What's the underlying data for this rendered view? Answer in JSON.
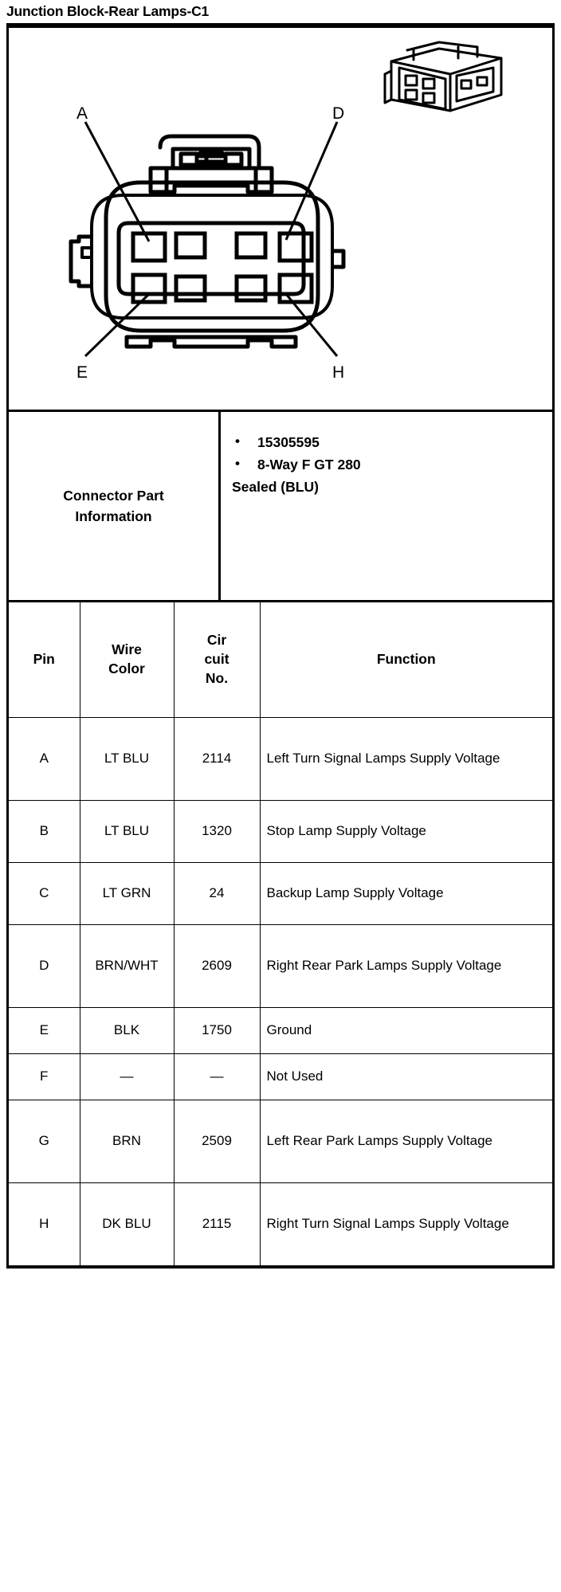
{
  "page": {
    "title": "Junction Block-Rear Lamps-C1"
  },
  "illustration": {
    "callouts": [
      {
        "id": "A",
        "label": "A",
        "position": "top-left"
      },
      {
        "id": "D",
        "label": "D",
        "position": "top-right"
      },
      {
        "id": "E",
        "label": "E",
        "position": "bottom-left"
      },
      {
        "id": "H",
        "label": "H",
        "position": "bottom-right"
      }
    ],
    "views": {
      "front_face": "connector-front-face-8-cavity",
      "isometric": "connector-isometric-view"
    }
  },
  "connector_part_information": {
    "label": "Connector Part\nInformation",
    "label_line1": "Connector Part",
    "label_line2": "Information",
    "bullets": [
      "15305595",
      "8-Way F GT 280"
    ],
    "trailing_text": "Sealed (BLU)"
  },
  "pin_table": {
    "headers": {
      "pin": "Pin",
      "wire_color_line1": "Wire",
      "wire_color_line2": "Color",
      "circuit_line1": "Cir",
      "circuit_line2": "cuit",
      "circuit_line3": "No.",
      "function": "Function"
    },
    "rows": [
      {
        "pin": "A",
        "wire_color": "LT BLU",
        "circuit_no": "2114",
        "function": "Left Turn Signal Lamps Supply Voltage"
      },
      {
        "pin": "B",
        "wire_color": "LT BLU",
        "circuit_no": "1320",
        "function": "Stop Lamp Supply Voltage"
      },
      {
        "pin": "C",
        "wire_color": "LT GRN",
        "circuit_no": "24",
        "function": "Backup Lamp Supply Voltage"
      },
      {
        "pin": "D",
        "wire_color": "BRN/WHT",
        "circuit_no": "2609",
        "function": "Right Rear Park Lamps Supply Voltage"
      },
      {
        "pin": "E",
        "wire_color": "BLK",
        "circuit_no": "1750",
        "function": "Ground"
      },
      {
        "pin": "F",
        "wire_color": "—",
        "circuit_no": "—",
        "function": "Not Used"
      },
      {
        "pin": "G",
        "wire_color": "BRN",
        "circuit_no": "2509",
        "function": "Left Rear Park Lamps Supply Voltage"
      },
      {
        "pin": "H",
        "wire_color": "DK BLU",
        "circuit_no": "2115",
        "function": "Right Turn Signal Lamps Supply Voltage"
      }
    ]
  },
  "colors": {
    "ink": "#000000",
    "paper": "#ffffff"
  }
}
